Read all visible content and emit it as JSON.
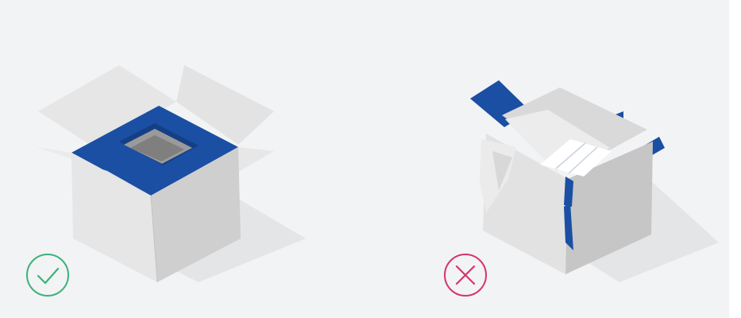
{
  "panels": [
    {
      "id": "correct",
      "status": "correct",
      "icon": "checkmark-circle-icon",
      "icon_color": "#3bb27a"
    },
    {
      "id": "incorrect",
      "status": "incorrect",
      "icon": "x-circle-icon",
      "icon_color": "#d6336c"
    }
  ],
  "colors": {
    "background": "#f2f3f5",
    "box_light": "#e8e8e8",
    "box_mid": "#d6d6d6",
    "box_dark": "#bdbdbd",
    "insert_blue": "#1a4fa3",
    "shadow": "#e3e4e6"
  }
}
